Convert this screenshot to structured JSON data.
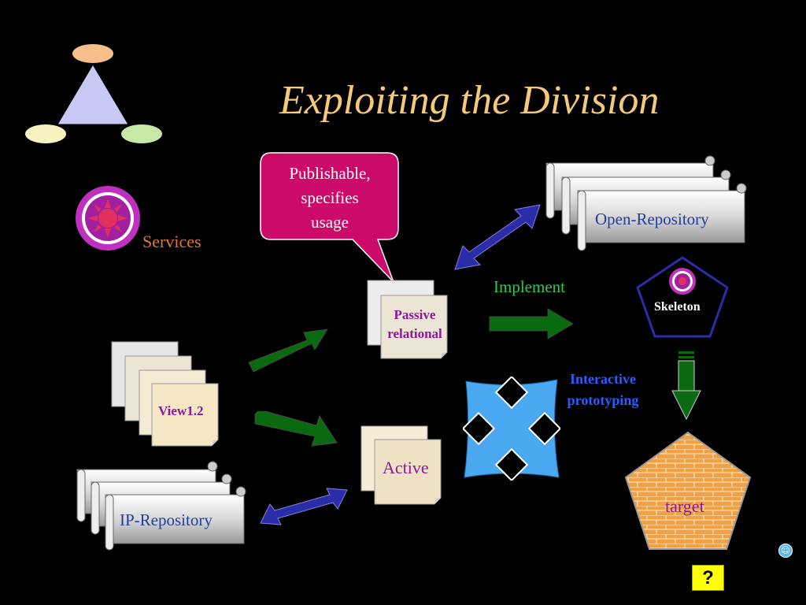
{
  "title": "Exploiting the Division",
  "services_label": "Services",
  "callout": {
    "line1": "Publishable,",
    "line2": "specifies",
    "line3": "usage"
  },
  "open_repository": "Open-Repository",
  "ip_repository": "IP-Repository",
  "implement_label": "Implement",
  "passive": {
    "line1": "Passive",
    "line2": "relational"
  },
  "active_label": "Active",
  "view_label": "View1.2",
  "skeleton_label": "Skeleton",
  "interactive": {
    "line1": "Interactive",
    "line2": "prototyping"
  },
  "target_label": "target",
  "help_button": "?",
  "colors": {
    "title": "#f5c97a",
    "services": "#e07a2a",
    "implement": "#2fc84a",
    "interactive": "#2a5cff",
    "passive_text": "#8a1a9a",
    "callout_fill": "#cc0a6a",
    "arrow_green": "#0a6a10",
    "arrow_blue": "#2a2ca8"
  }
}
